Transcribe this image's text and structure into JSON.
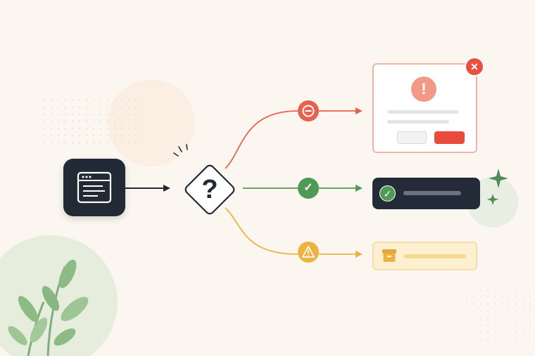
{
  "diagram": {
    "source": {
      "icon": "window-list-icon"
    },
    "decision": {
      "label": "?",
      "icon": "question-diamond"
    },
    "branches": [
      {
        "name": "error",
        "badge_icon": "minus-circle-icon",
        "color": "#e8604e",
        "result": {
          "icon": "exclamation-icon",
          "exclamation": "!",
          "close_icon": "close-icon",
          "close_glyph": "✕"
        }
      },
      {
        "name": "success",
        "badge_icon": "check-circle-icon",
        "badge_glyph": "✓",
        "color": "#4f9a55",
        "result": {
          "icon": "check-icon",
          "check_glyph": "✓"
        }
      },
      {
        "name": "warning",
        "badge_icon": "warning-triangle-icon",
        "color": "#edb340",
        "result": {
          "icon": "archive-box-icon"
        }
      }
    ]
  },
  "colors": {
    "background": "#fbf7f0",
    "dark": "#222a36",
    "error": "#e8604e",
    "success": "#4f9a55",
    "warning": "#edb340"
  }
}
